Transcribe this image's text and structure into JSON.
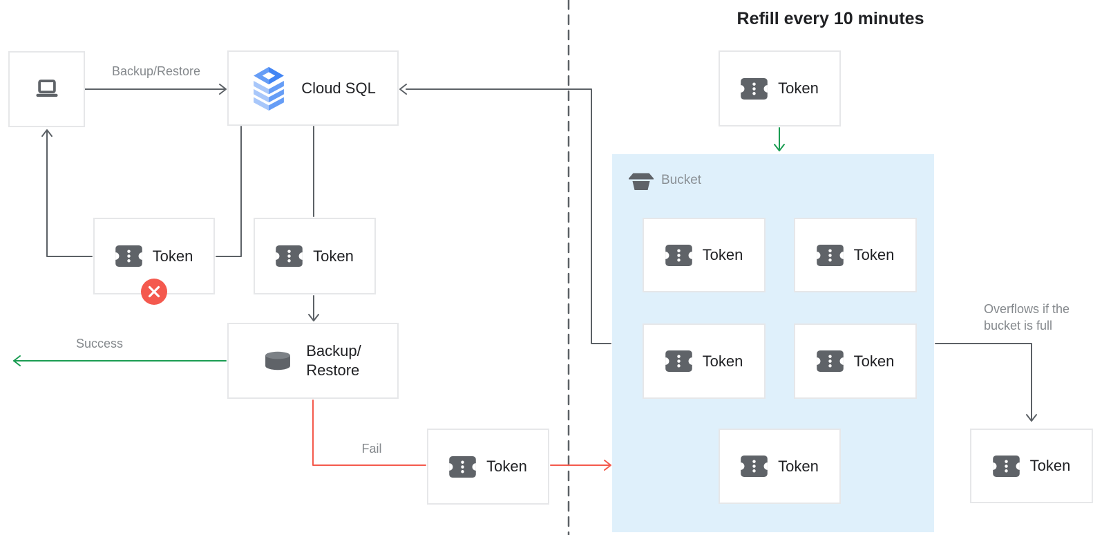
{
  "title": "Refill every 10 minutes",
  "labels": {
    "token": "Token",
    "cloud_sql": "Cloud SQL",
    "backup_restore_line1": "Backup/",
    "backup_restore_line2": "Restore",
    "bucket": "Bucket"
  },
  "edge_labels": {
    "request": "Backup/Restore",
    "success": "Success",
    "fail": "Fail",
    "overflow_line1": "Overflows if the",
    "overflow_line2": "bucket is full"
  },
  "icons": {
    "client": "laptop-icon",
    "cloud_sql": "cloud-sql-icon",
    "token": "ticket-icon",
    "backup_restore": "database-icon",
    "bucket": "bucket-icon",
    "error": "x-icon"
  },
  "colors": {
    "connector_gray": "#5c6166",
    "success_green": "#1a9c52",
    "fail_red": "#f4594c",
    "bucket_fill": "#dff0fb",
    "box_border": "#e6e7e9",
    "label_gray": "#84888c",
    "text_dark": "#202124",
    "cloud_sql_blue": "#4285f4",
    "cloud_sql_light_blue": "#a8c7fa",
    "icon_gray": "#5f6368",
    "badge_red": "#f4594e"
  }
}
